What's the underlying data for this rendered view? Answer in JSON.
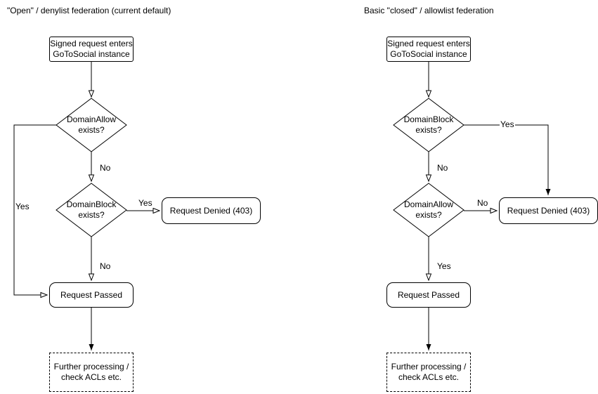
{
  "left": {
    "title": "\"Open\" / denylist federation (current default)",
    "nodes": {
      "start": "Signed request enters\nGoToSocial instance",
      "domain_allow": "DomainAllow\nexists?",
      "domain_block": "DomainBlock\nexists?",
      "denied": "Request Denied (403)",
      "passed": "Request Passed",
      "further": "Further processing /\ncheck ACLs etc."
    },
    "edge_labels": {
      "allow_no": "No",
      "allow_yes": "Yes",
      "block_yes": "Yes",
      "block_no": "No"
    }
  },
  "right": {
    "title": "Basic \"closed\" / allowlist federation",
    "nodes": {
      "start": "Signed request enters\nGoToSocial instance",
      "domain_block": "DomainBlock\nexists?",
      "domain_allow": "DomainAllow\nexists?",
      "denied": "Request Denied (403)",
      "passed": "Request Passed",
      "further": "Further processing /\ncheck ACLs etc."
    },
    "edge_labels": {
      "block_yes": "Yes",
      "block_no": "No",
      "allow_no": "No",
      "allow_yes": "Yes"
    }
  },
  "colors": {
    "stroke": "#000000",
    "fill": "#ffffff"
  }
}
